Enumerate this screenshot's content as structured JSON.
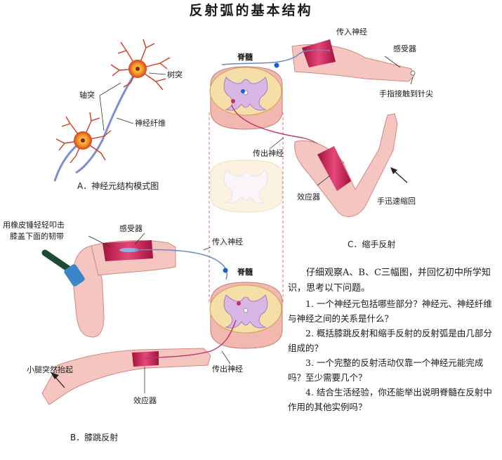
{
  "title": "反射弧的基本结构",
  "panel_a": {
    "caption": "A．神经元结构模式图",
    "labels": {
      "dendrite": "树突",
      "axon": "轴突",
      "nerve_fiber": "神经纤维"
    }
  },
  "panel_c": {
    "caption": "C．缩手反射",
    "labels": {
      "spinal_cord": "脊髓",
      "afferent_nerve": "传入神经",
      "receptor": "感受器",
      "finger_touch": "手指接触到针尖",
      "efferent_nerve": "传出神经",
      "effector": "效应器",
      "hand_withdraw": "手迅速缩回"
    }
  },
  "panel_b": {
    "caption": "B．膝跳反射",
    "labels": {
      "hammer_line1": "用橡皮锤轻轻叩击",
      "hammer_line2": "膝盖下面的韧带",
      "receptor": "感受器",
      "afferent_nerve": "传入神经",
      "spinal_cord": "脊髓",
      "shank_lift": "小腿突然抬起",
      "efferent_nerve": "传出神经",
      "effector": "效应器"
    }
  },
  "questions": {
    "intro": "仔细观察A、B、C三幅图，并回忆初中所学知识，思考以下问题。",
    "items": [
      "1. 一个神经元包括哪些部分？神经元、神经纤维与神经之间的关系是什么？",
      "2. 概括膝跳反射和缩手反射的反射弧是由几部分组成的？",
      "3. 一个完整的反射活动仅靠一个神经元能完成吗？至少需要几个？",
      "4. 结合生活经验，你还能举出说明脊髓在反射中作用的其他实例吗？"
    ]
  }
}
